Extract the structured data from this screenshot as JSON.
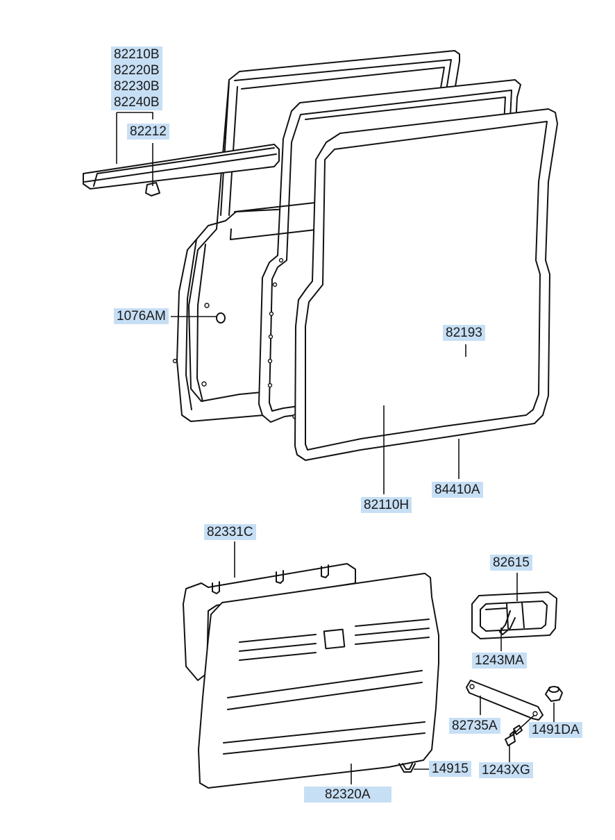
{
  "callouts": {
    "door_molding_group": [
      "82210B",
      "82220B",
      "82230B",
      "82240B"
    ],
    "molding_clip": "82212",
    "plug_grommet": "1076AM",
    "door_hole_plug": "82193",
    "door_weatherstrip": "82110H",
    "body_side_weatherstrip": "84410A",
    "trim_panel_sealing": "82331C",
    "door_trim_panel": "82320A",
    "handle_bezel": "82615",
    "bezel_screw": "1243MA",
    "pull_handle": "82735A",
    "handle_cap": "1491DA",
    "handle_screw": "1243XG",
    "trim_clip": "14915"
  },
  "colors": {
    "label_background": "#c7dff5",
    "line": "#111111"
  }
}
